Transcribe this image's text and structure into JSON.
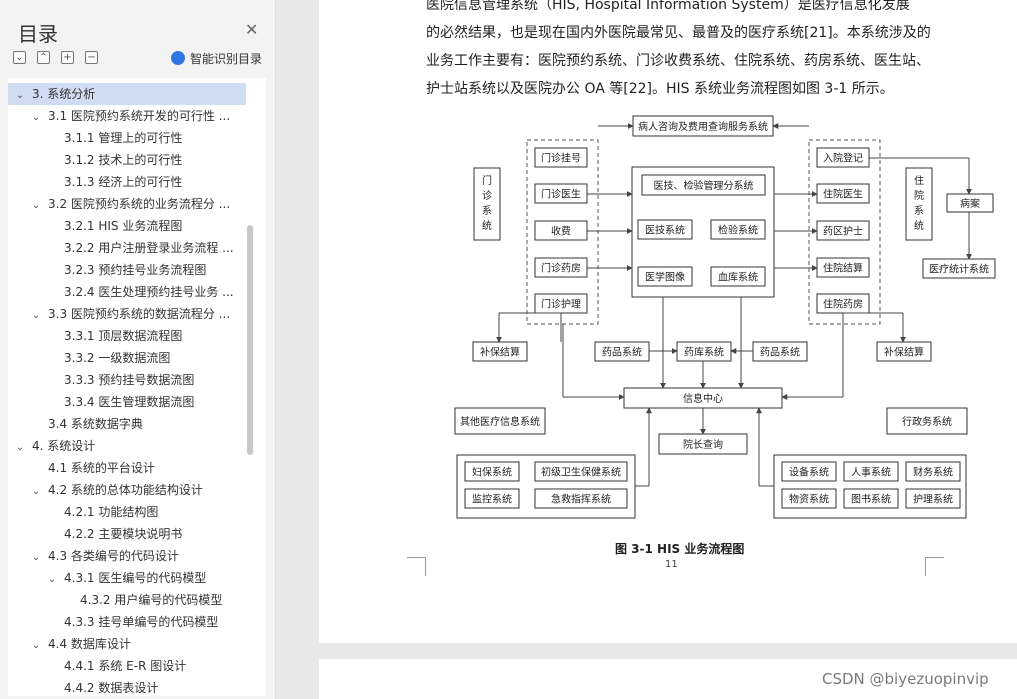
{
  "toc": {
    "title": "目录",
    "smart_label": "智能识别目录",
    "items": [
      {
        "level": 1,
        "chev": "v",
        "text": "3.  系统分析",
        "selected": true
      },
      {
        "level": 2,
        "chev": "v",
        "text": "3.1  医院预约系统开发的可行性 ..."
      },
      {
        "level": 3,
        "chev": "",
        "text": "3.1.1  管理上的可行性"
      },
      {
        "level": 3,
        "chev": "",
        "text": "3.1.2  技术上的可行性"
      },
      {
        "level": 3,
        "chev": "",
        "text": "3.1.3  经济上的可行性"
      },
      {
        "level": 2,
        "chev": "v",
        "text": "3.2  医院预约系统的业务流程分 ..."
      },
      {
        "level": 3,
        "chev": "",
        "text": "3.2.1 HIS 业务流程图"
      },
      {
        "level": 3,
        "chev": "",
        "text": "3.2.2  用户注册登录业务流程 ..."
      },
      {
        "level": 3,
        "chev": "",
        "text": "3.2.3  预约挂号业务流程图"
      },
      {
        "level": 3,
        "chev": "",
        "text": "3.2.4  医生处理预约挂号业务 ..."
      },
      {
        "level": 2,
        "chev": "v",
        "text": "3.3  医院预约系统的数据流程分 ..."
      },
      {
        "level": 3,
        "chev": "",
        "text": "3.3.1  顶层数据流程图"
      },
      {
        "level": 3,
        "chev": "",
        "text": "3.3.2  一级数据流图"
      },
      {
        "level": 3,
        "chev": "",
        "text": "3.3.3  预约挂号数据流图"
      },
      {
        "level": 3,
        "chev": "",
        "text": "3.3.4  医生管理数据流图"
      },
      {
        "level": 2,
        "chev": "",
        "text": "3.4  系统数据字典"
      },
      {
        "level": 1,
        "chev": "v",
        "text": "4.  系统设计"
      },
      {
        "level": 2,
        "chev": "",
        "text": "4.1  系统的平台设计"
      },
      {
        "level": 2,
        "chev": "v",
        "text": "4.2  系统的总体功能结构设计"
      },
      {
        "level": 3,
        "chev": "",
        "text": "4.2.1  功能结构图"
      },
      {
        "level": 3,
        "chev": "",
        "text": "4.2.2  主要模块说明书"
      },
      {
        "level": 2,
        "chev": "v",
        "text": "4.3  各类编号的代码设计"
      },
      {
        "level": 3,
        "chev": "v",
        "text": "4.3.1  医生编号的代码模型"
      },
      {
        "level": 4,
        "chev": "",
        "text": "4.3.2  用户编号的代码模型"
      },
      {
        "level": 3,
        "chev": "",
        "text": "4.3.3  挂号单编号的代码模型"
      },
      {
        "level": 2,
        "chev": "v",
        "text": "4.4  数据库设计"
      },
      {
        "level": 3,
        "chev": "",
        "text": "4.4.1  系统 E-R 图设计"
      },
      {
        "level": 3,
        "chev": "",
        "text": "4.4.2  数据表设计"
      }
    ]
  },
  "doc": {
    "lines": [
      "医院信息管理系统（HIS, Hospital Information System）是医疗信息化发展",
      "的必然结果，也是现在国内外医院最常见、最普及的医疗系统[21]。本系统涉及的",
      "业务工作主要有：医院预约系统、门诊收费系统、住院系统、药房系统、医生站、",
      "护士站系统以及医院办公 OA 等[22]。HIS 系统业务流程图如图 3-1 所示。"
    ],
    "caption": "图 3-1 HIS 业务流程图",
    "page_number": "11"
  },
  "diagram": {
    "top": "病人咨询及费用查询服务系统",
    "outpatient_label": "门诊系统",
    "inpatient_label": "住院系统",
    "left": [
      "门诊挂号",
      "门诊医生",
      "收费",
      "门诊药房",
      "门诊护理"
    ],
    "right": [
      "入院登记",
      "住院医生",
      "药区护士",
      "住院结算",
      "住院药房"
    ],
    "center_title": "医技、检验管理分系统",
    "center": [
      "医技系统",
      "检验系统",
      "医学图像",
      "血库系统"
    ],
    "record": "病案",
    "stats": "医疗统计系统",
    "insurance_left": "补保结算",
    "insurance_right": "补保结算",
    "drug_left": "药品系统",
    "pharmacy": "药库系统",
    "drug_right": "药品系统",
    "info_center": "信息中心",
    "other_medical": "其他医疗信息系统",
    "admin": "行政务系统",
    "director": "院长查询",
    "bottom_left": [
      "妇保系统",
      "初级卫生保健系统",
      "监控系统",
      "急救指挥系统"
    ],
    "bottom_right": [
      "设备系统",
      "人事系统",
      "财务系统",
      "物资系统",
      "图书系统",
      "护理系统"
    ]
  },
  "watermark": "CSDN @biyezuopinvip"
}
